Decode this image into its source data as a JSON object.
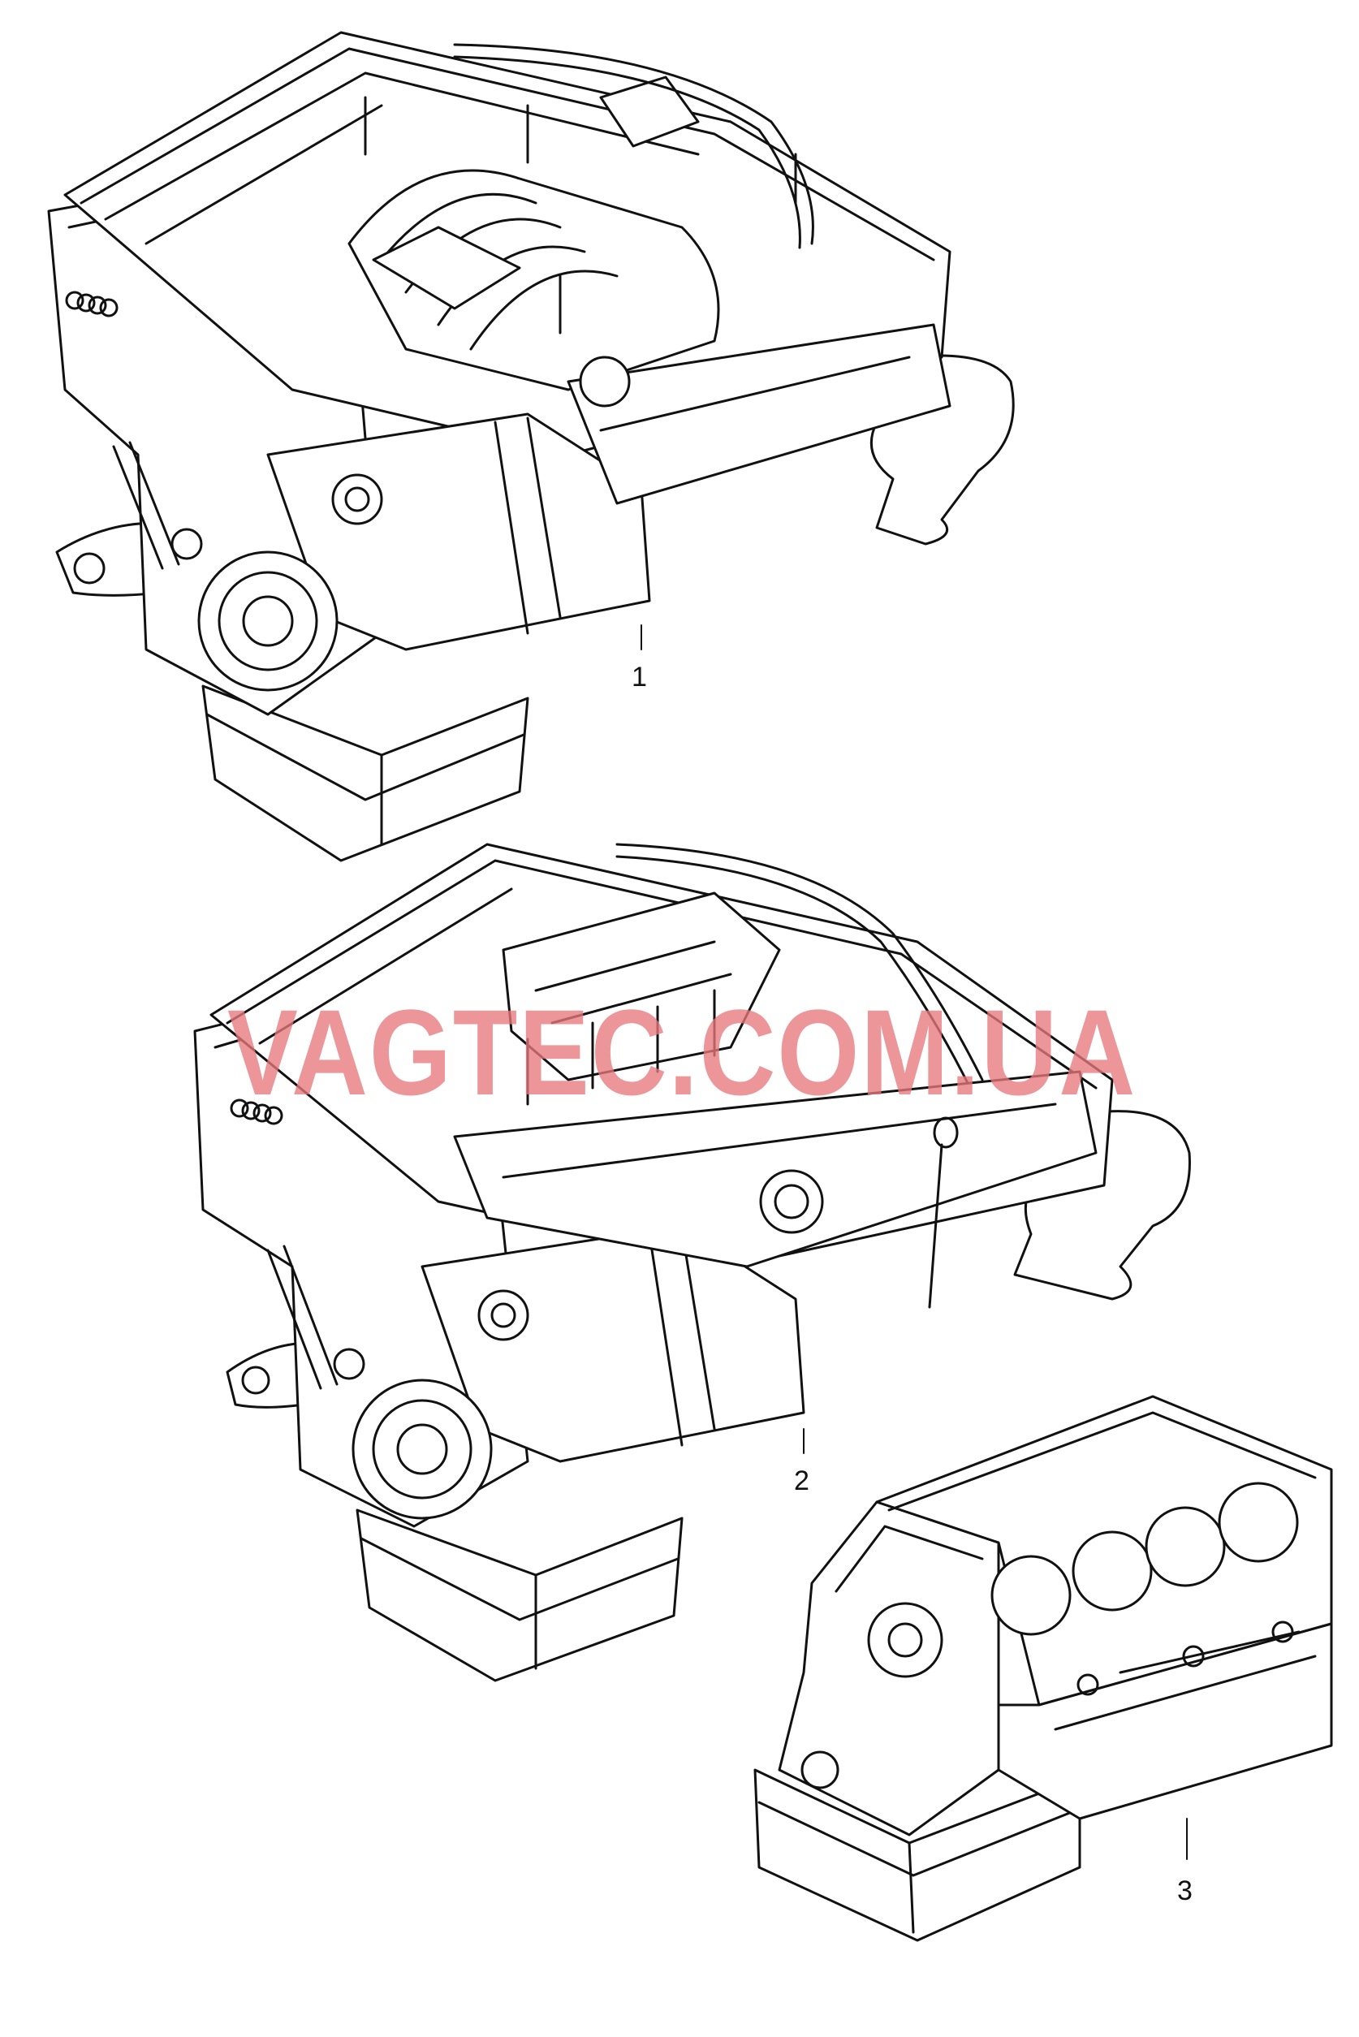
{
  "parts": [
    {
      "number": "1",
      "icon": "complete-engine-with-intake-icon"
    },
    {
      "number": "2",
      "icon": "engine-with-timing-covers-icon"
    },
    {
      "number": "3",
      "icon": "short-block-engine-icon"
    }
  ],
  "watermark": "VAGTEC.COM.UA",
  "colors": {
    "line": "#111111",
    "watermark": "#e8787e",
    "background": "#ffffff"
  }
}
